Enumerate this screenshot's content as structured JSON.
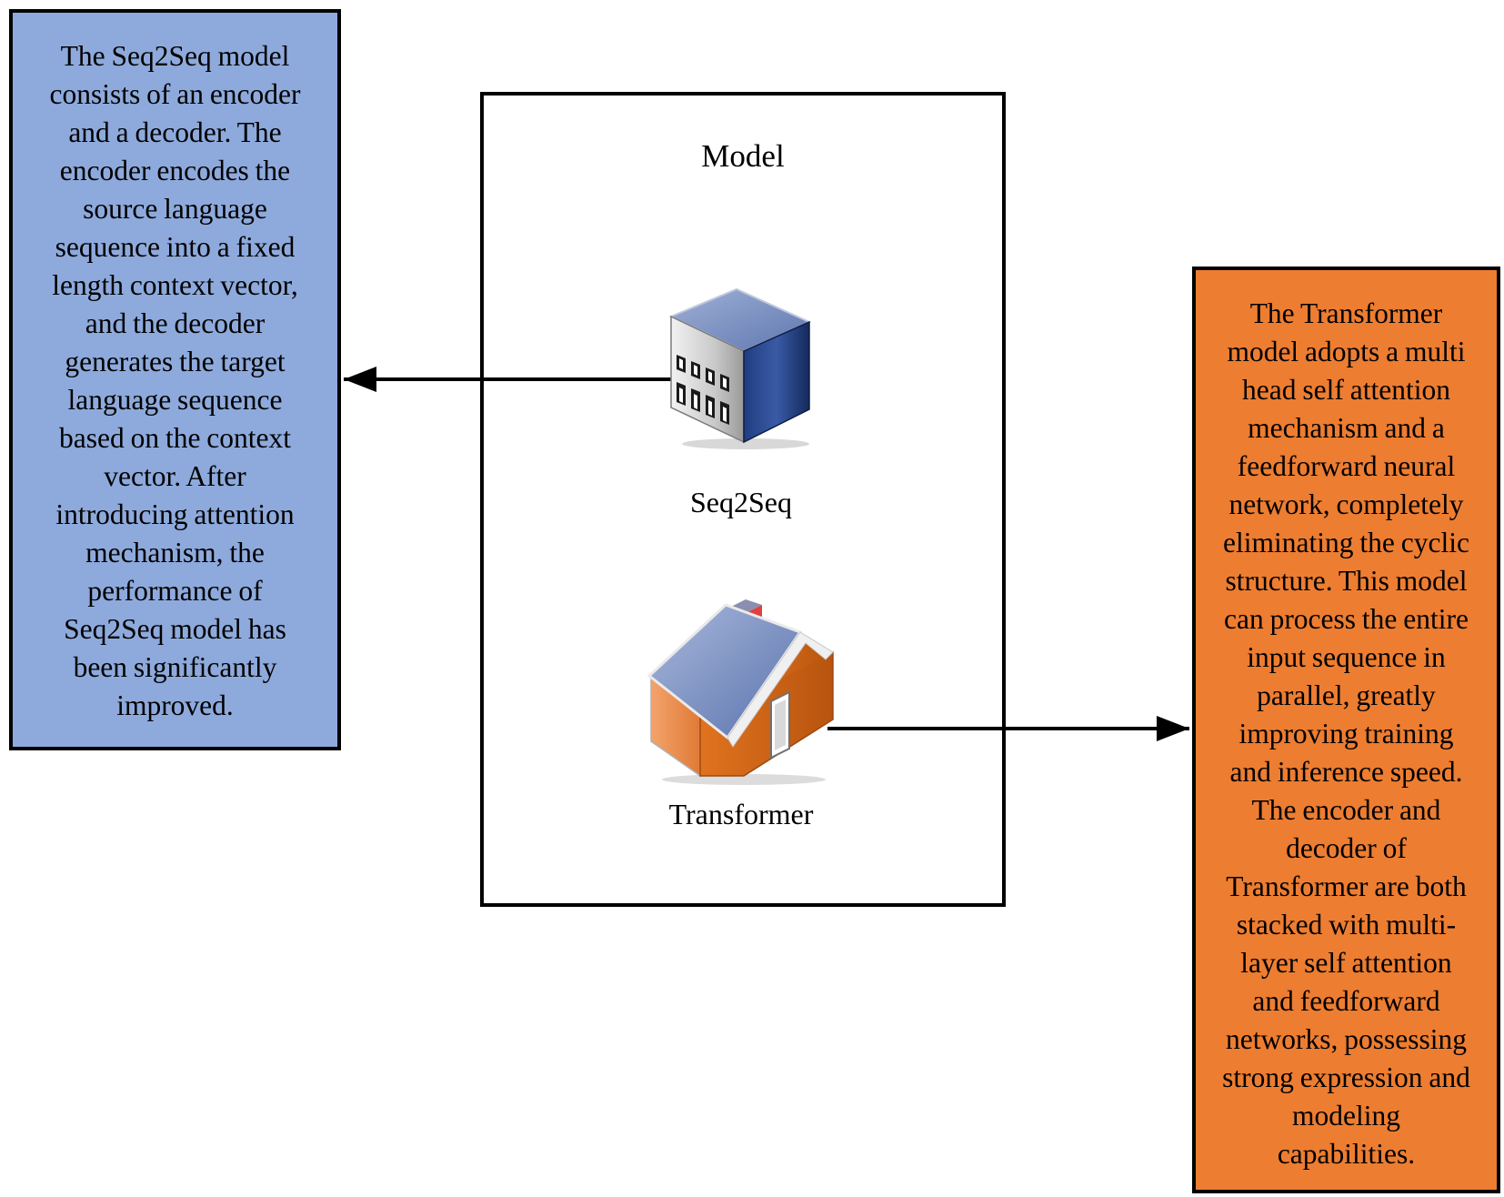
{
  "model": {
    "title": "Model"
  },
  "nodes": {
    "seq2seq": {
      "label": "Seq2Seq",
      "icon": "building-icon"
    },
    "transformer": {
      "label": "Transformer",
      "icon": "house-icon"
    }
  },
  "notes": {
    "seq2seq": {
      "text": "The Seq2Seq model\nconsists of an encoder\nand a decoder. The\nencoder encodes the\nsource language\nsequence into a fixed\nlength context vector,\nand the decoder\ngenerates the target\nlanguage sequence\nbased on the context\nvector. After\nintroducing attention\nmechanism, the\nperformance of\nSeq2Seq model has\nbeen significantly\nimproved.",
      "fill_color": "#8eaadc"
    },
    "transformer": {
      "text": "The Transformer\nmodel adopts a multi\nhead self attention\nmechanism and a\nfeedforward neural\nnetwork, completely\neliminating the cyclic\nstructure. This model\ncan process the entire\ninput sequence in\nparallel, greatly\nimproving training\nand inference speed.\nThe encoder and\ndecoder of\nTransformer are both\nstacked with multi-\nlayer self attention\nand feedforward\nnetworks, possessing\nstrong expression and\nmodeling\ncapabilities.",
      "fill_color": "#ed7d31"
    }
  },
  "edges": [
    {
      "from": "Seq2Seq",
      "to": "seq2seq-note",
      "style": "arrow"
    },
    {
      "from": "Transformer",
      "to": "transformer-note",
      "style": "arrow"
    }
  ]
}
